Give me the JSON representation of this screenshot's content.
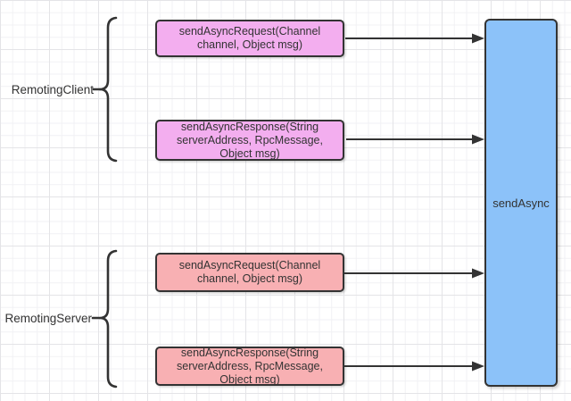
{
  "diagram": {
    "groups": [
      {
        "label": "RemotingClient",
        "methods": [
          {
            "text": "sendAsyncRequest(Channel channel, Object msg)"
          },
          {
            "text": "sendAsyncResponse(String serverAddress, RpcMessage, Object msg)"
          }
        ]
      },
      {
        "label": "RemotingServer",
        "methods": [
          {
            "text": "sendAsyncRequest(Channel channel, Object msg)"
          },
          {
            "text": "sendAsyncResponse(String serverAddress, RpcMessage, Object msg)"
          }
        ]
      }
    ],
    "target": {
      "label": "sendAsync"
    }
  },
  "colors": {
    "client_fill": "#F3AEEF",
    "server_fill": "#F8B0B3",
    "target_fill": "#8CC2F9",
    "stroke": "#333333",
    "grid_minor": "#F1F1F4",
    "grid_major": "#E4E4E7",
    "background": "#FFFFFF"
  }
}
